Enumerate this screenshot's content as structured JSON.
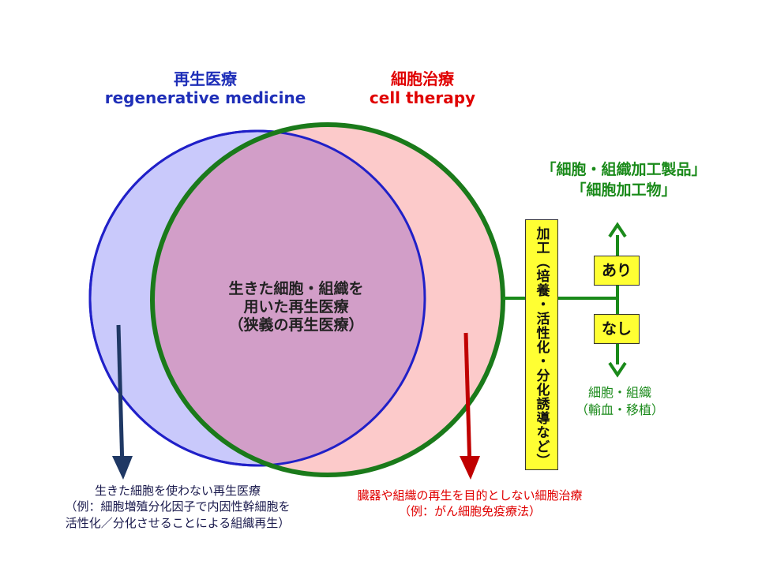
{
  "regen_medicine": {
    "title_ja": "再生医療",
    "title_en": "regenerative medicine",
    "color": "#1f2fb8",
    "fill": "#c9c9fb"
  },
  "cell_therapy": {
    "title_ja": "細胞治療",
    "title_en": "cell therapy",
    "color": "#e00000",
    "fill": "#fccaca",
    "border": "#1a7a1a"
  },
  "overlap": {
    "line1": "生きた細胞・組織を",
    "line2": "用いた再生医療",
    "line3": "（狭義の再生医療）",
    "fill": "#d29ec8"
  },
  "products": {
    "line1": "「細胞・組織加工製品」",
    "line2": "「細胞加工物」",
    "color": "#1a8a1a"
  },
  "process": {
    "label": "加工（培養・活性化・分化誘導など）",
    "color": "#ffff33"
  },
  "branch": {
    "yes": "あり",
    "no": "なし"
  },
  "tissue": {
    "line1": "細胞・組織",
    "line2": "（輸血・移植）"
  },
  "left_outcome": {
    "line1": "生きた細胞を使わない再生医療",
    "line2": "（例：細胞増殖分化因子で内因性幹細胞を",
    "line3": "活性化／分化させることによる組織再生）",
    "arrow_color": "#1f3864"
  },
  "right_outcome": {
    "line1": "臓器や組織の再生を目的としない細胞治療",
    "line2": "（例：がん細胞免疫療法）",
    "arrow_color": "#c00000"
  }
}
